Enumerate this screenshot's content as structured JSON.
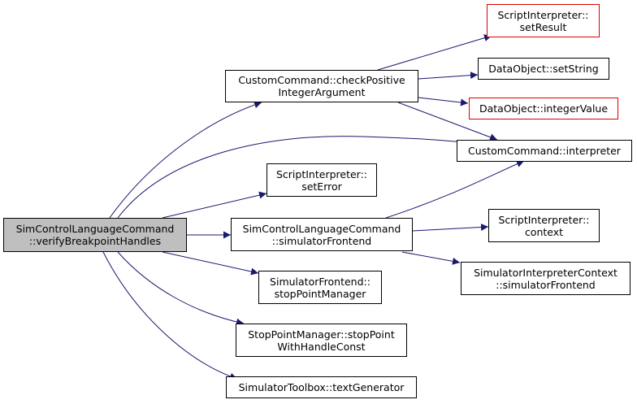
{
  "nodes": {
    "root": [
      "SimControlLanguageCommand",
      "::verifyBreakpointHandles"
    ],
    "checkPositive": [
      "CustomCommand::checkPositive",
      "IntegerArgument"
    ],
    "setResult": [
      "ScriptInterpreter::",
      "setResult"
    ],
    "setString": [
      "DataObject::setString"
    ],
    "integerValue": [
      "DataObject::integerValue"
    ],
    "interpreter": [
      "CustomCommand::interpreter"
    ],
    "setError": [
      "ScriptInterpreter::",
      "setError"
    ],
    "simFrontend": [
      "SimControlLanguageCommand",
      "::simulatorFrontend"
    ],
    "context": [
      "ScriptInterpreter::",
      "context"
    ],
    "ctxFrontend": [
      "SimulatorInterpreterContext",
      "::simulatorFrontend"
    ],
    "stopPointManager": [
      "SimulatorFrontend::",
      "stopPointManager"
    ],
    "stopPointHandle": [
      "StopPointManager::stopPoint",
      "WithHandleConst"
    ],
    "textGenerator": [
      "SimulatorToolbox::textGenerator"
    ]
  },
  "colors": {
    "edge": "#191970",
    "root_fill": "#bfbfbf",
    "node_border": "#000000",
    "missing_border": "#e00000"
  }
}
